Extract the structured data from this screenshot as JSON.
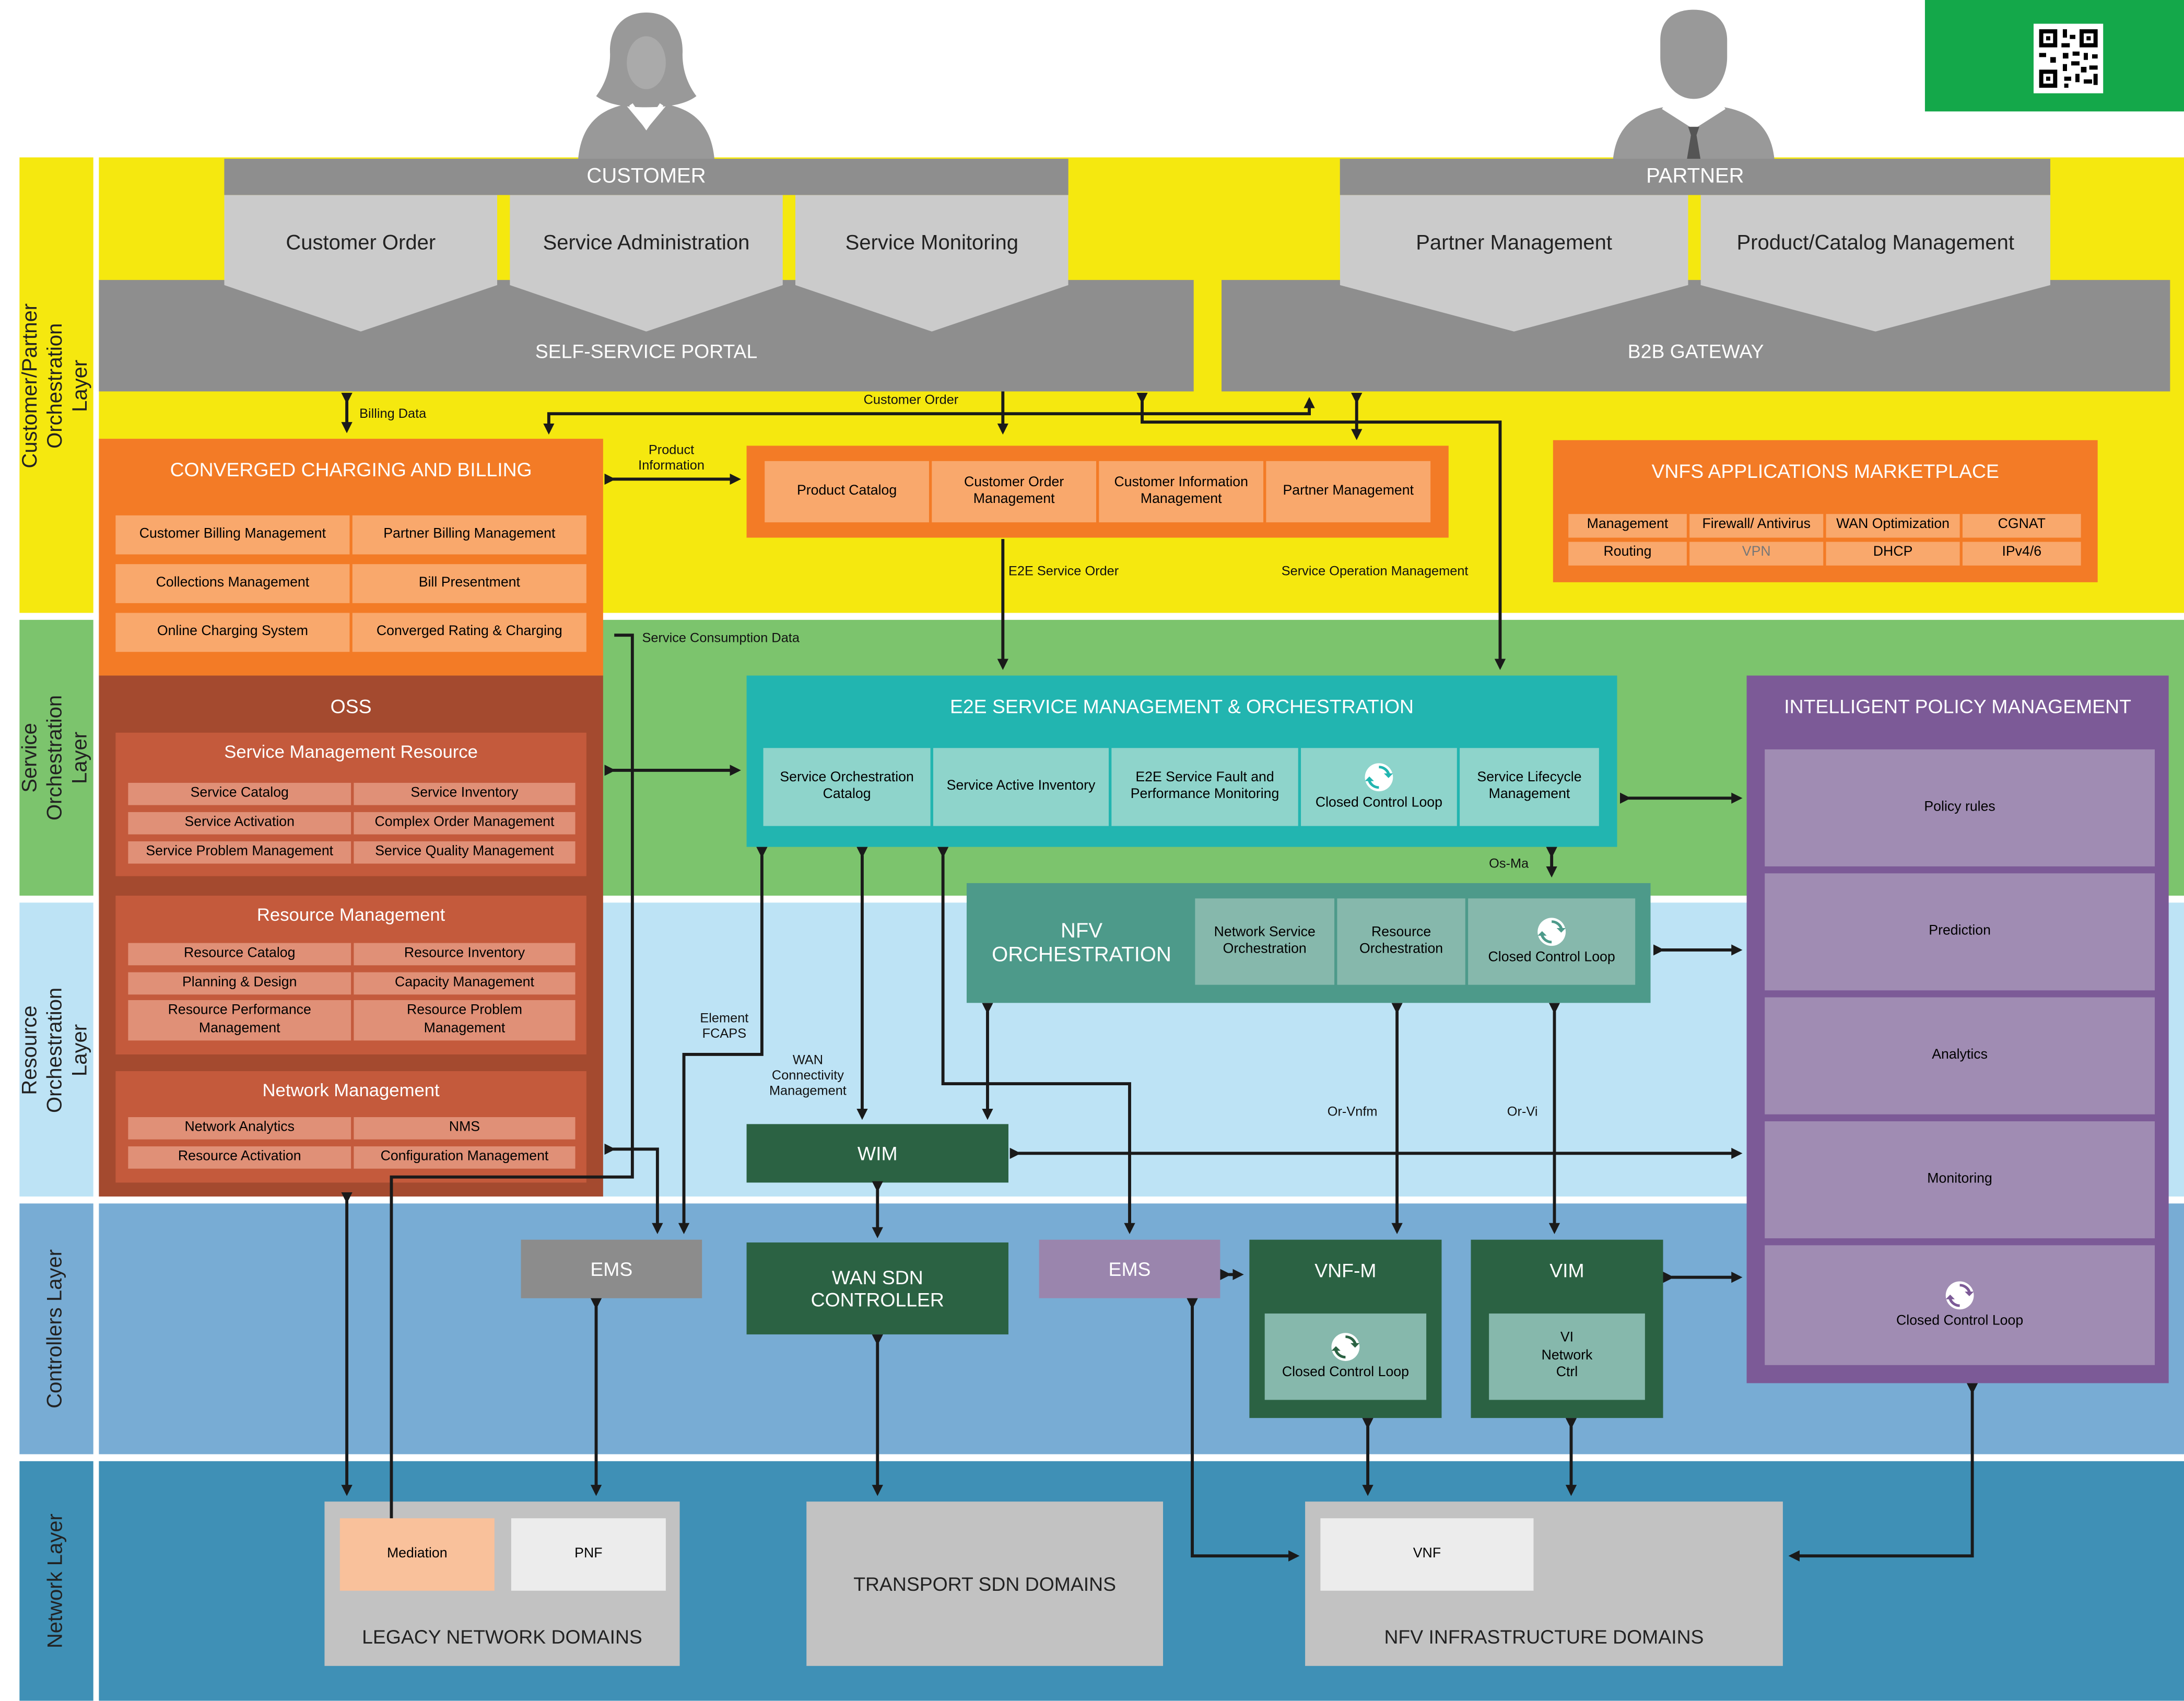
{
  "layers": {
    "customer_partner": "Customer/Partner Orchestration Layer",
    "service": "Service Orchestration Layer",
    "resource": "Resource Orchestration Layer",
    "controllers": "Controllers Layer",
    "network": "Network Layer"
  },
  "portal": {
    "customer_header": "CUSTOMER",
    "customer_order": "Customer Order",
    "service_administration": "Service Administration",
    "service_monitoring": "Service Monitoring",
    "self_service_portal": "SELF-SERVICE PORTAL",
    "partner_header": "PARTNER",
    "partner_management": "Partner Management",
    "product_catalog_management": "Product/Catalog Management",
    "b2b_gateway": "B2B GATEWAY"
  },
  "charging": {
    "title": "CONVERGED CHARGING AND BILLING",
    "cells": [
      "Customer Billing Management",
      "Partner Billing Management",
      "Collections Management",
      "Bill Presentment",
      "Online Charging System",
      "Converged Rating & Charging"
    ]
  },
  "order_box": {
    "cells": [
      "Product Catalog",
      "Customer Order Management",
      "Customer Information Management",
      "Partner Management"
    ]
  },
  "marketplace": {
    "title": "VNFS APPLICATIONS MARKETPLACE",
    "row1": [
      "Management",
      "Firewall/ Antivirus",
      "WAN Optimization",
      "CGNAT"
    ],
    "row2": [
      "Routing",
      "VPN",
      "DHCP",
      "IPv4/6"
    ]
  },
  "oss": {
    "title": "OSS",
    "service_mgmt": {
      "title": "Service Management Resource",
      "cells": [
        "Service Catalog",
        "Service Inventory",
        "Service Activation",
        "Complex Order Management",
        "Service Problem Management",
        "Service Quality Management"
      ]
    },
    "resource_mgmt": {
      "title": "Resource Management",
      "cells": [
        "Resource Catalog",
        "Resource Inventory",
        "Planning & Design",
        "Capacity Management",
        "Resource Performance Management",
        "Resource Problem Management"
      ]
    },
    "network_mgmt": {
      "title": "Network Management",
      "cells": [
        "Network Analytics",
        "NMS",
        "Resource Activation",
        "Configuration Management"
      ]
    }
  },
  "e2e": {
    "title": "E2E SERVICE MANAGEMENT & ORCHESTRATION",
    "cells": [
      "Service Orchestration Catalog",
      "Service Active Inventory",
      "E2E Service Fault and Performance Monitoring",
      "Closed Control Loop",
      "Service Lifecycle Management"
    ]
  },
  "nfvo": {
    "title": "NFV ORCHESTRATION",
    "cells": [
      "Network Service Orchestration",
      "Resource Orchestration",
      "Closed Control Loop"
    ]
  },
  "ipm": {
    "title": "INTELLIGENT POLICY MANAGEMENT",
    "cells": [
      "Policy rules",
      "Prediction",
      "Analytics",
      "Monitoring",
      "Closed Control Loop"
    ]
  },
  "controllers": {
    "wim": "WIM",
    "wan_sdn": "WAN SDN CONTROLLER",
    "ems_left": "EMS",
    "ems_right": "EMS",
    "vnfm": "VNF-M",
    "vnfm_loop": "Closed Control Loop",
    "vim": "VIM",
    "vim_sub": "VI Network Ctrl"
  },
  "network": {
    "legacy": "LEGACY NETWORK DOMAINS",
    "mediation": "Mediation",
    "pnf": "PNF",
    "transport": "TRANSPORT SDN DOMAINS",
    "nfvi": "NFV INFRASTRUCTURE DOMAINS",
    "vnf": "VNF"
  },
  "flows": {
    "billing_data": "Billing Data",
    "customer_order": "Customer Order",
    "product_information": "Product Information",
    "e2e_service_order": "E2E Service Order",
    "service_operation_management": "Service Operation Management",
    "service_consumption_data": "Service Consumption Data",
    "os_ma": "Os-Ma",
    "element_fcaps": "Element FCAPS",
    "wan_connectivity_management": "WAN Connectivity Management",
    "or_vnfm": "Or-Vnfm",
    "or_vi": "Or-Vi"
  },
  "colors": {
    "yellow": "#f5e80f",
    "green": "#7cc46d",
    "light_blue": "#bde3f5",
    "mid_blue": "#78acd4",
    "dark_blue": "#3f90b6",
    "orange": "#f37b26",
    "brown": "#a44a2f",
    "teal": "#22b5b0",
    "nfvo": "#4d9a8a",
    "dark_green": "#2b6243",
    "purple": "#7c5a97",
    "qr_green": "#14a84a"
  },
  "icons": [
    "female-user-icon",
    "male-user-icon",
    "qr-code-icon",
    "cycle-icon"
  ]
}
